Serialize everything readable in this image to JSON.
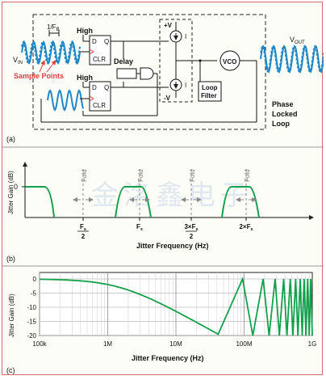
{
  "panel_a": {
    "label": "(a)",
    "vin": "V",
    "vin_sub": "IN",
    "vout": "V",
    "vout_sub": "OUT",
    "sample_points": "Sample Points",
    "period_label": "1/F",
    "period_sub": "B",
    "high_top": "High",
    "high_bottom": "High",
    "ff_d": "D",
    "ff_q": "Q",
    "ff_clr": "CLR",
    "delay": "Delay",
    "plus_v": "+V",
    "minus_v": "-V",
    "current_i": "I",
    "loop_filter_line1": "Loop",
    "loop_filter_line2": "Filter",
    "vco": "VCO",
    "pll_line1": "Phase",
    "pll_line2": "Locked",
    "pll_line3": "Loop"
  },
  "panel_b": {
    "label": "(b)",
    "ylabel": "Jitter Gain (dB)",
    "xlabel": "Jitter Frequency (Hz)",
    "zero_label": "0",
    "fold_label": "Fold",
    "ticks": [
      {
        "num": "F",
        "sub": "s",
        "den": "2"
      },
      {
        "num": "F",
        "sub": "s",
        "den": ""
      },
      {
        "num": "3×F",
        "sub": "s",
        "den": "2"
      },
      {
        "num": "2×F",
        "sub": "s",
        "den": ""
      }
    ],
    "watermark": "金洺鑫电子"
  },
  "panel_c": {
    "label": "(c)",
    "ylabel": "Jitter Gain (dB)",
    "xlabel": "Jitter Frequency (Hz)",
    "yticks": [
      "0",
      "-5",
      "-10",
      "-15",
      "-20"
    ],
    "xticks": [
      "100k",
      "1M",
      "10M",
      "100M",
      "1G"
    ]
  },
  "colors": {
    "curve": "#13a04a",
    "wave": "#1e88c8",
    "sample_points": "#e04040",
    "arrow_gray": "#888888"
  }
}
